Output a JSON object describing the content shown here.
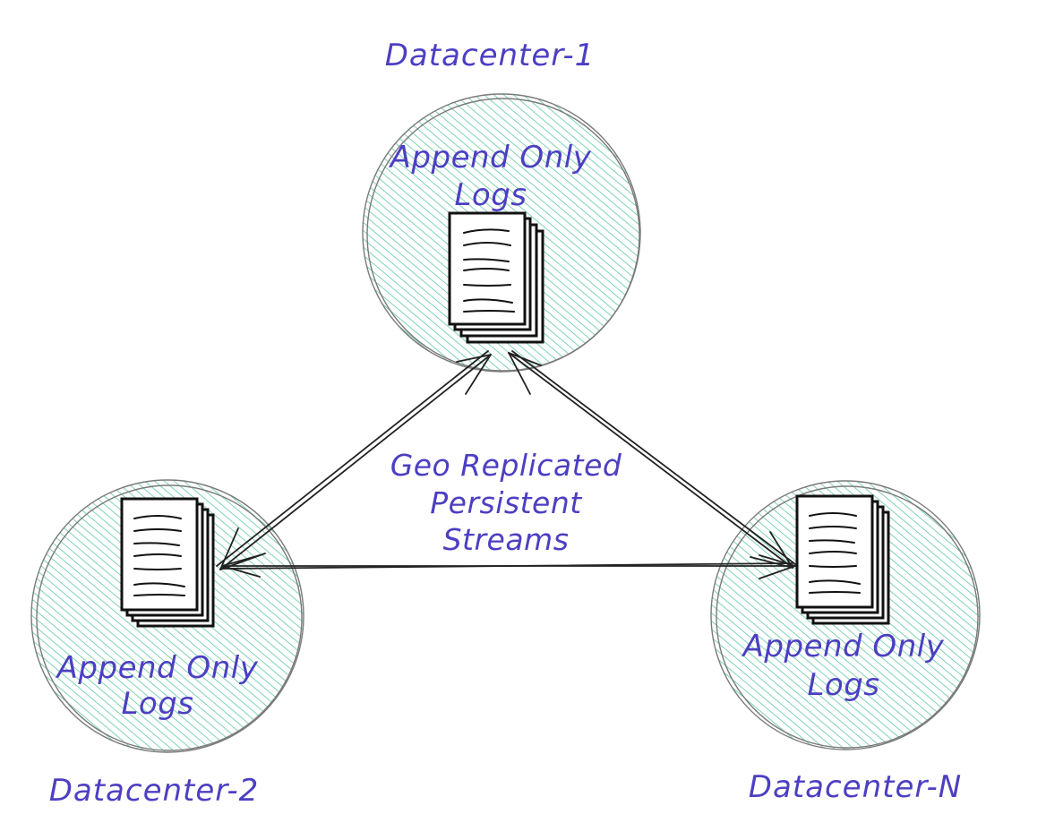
{
  "datacenters": [
    {
      "name": "Datacenter-1",
      "store_line1": "Append Only",
      "store_line2": "Logs"
    },
    {
      "name": "Datacenter-2",
      "store_line1": "Append Only",
      "store_line2": "Logs"
    },
    {
      "name": "Datacenter-N",
      "store_line1": "Append Only",
      "store_line2": "Logs"
    }
  ],
  "link_label": {
    "line1": "Geo Replicated",
    "line2": "Persistent",
    "line3": "Streams"
  },
  "colors": {
    "text": "#4c3fc2",
    "circle_fill_hatch": "#5fc7a4",
    "circle_outline": "#7a7a7a",
    "ink": "#111111"
  },
  "icons": [
    "document-stack-icon",
    "document-stack-icon",
    "document-stack-icon"
  ]
}
